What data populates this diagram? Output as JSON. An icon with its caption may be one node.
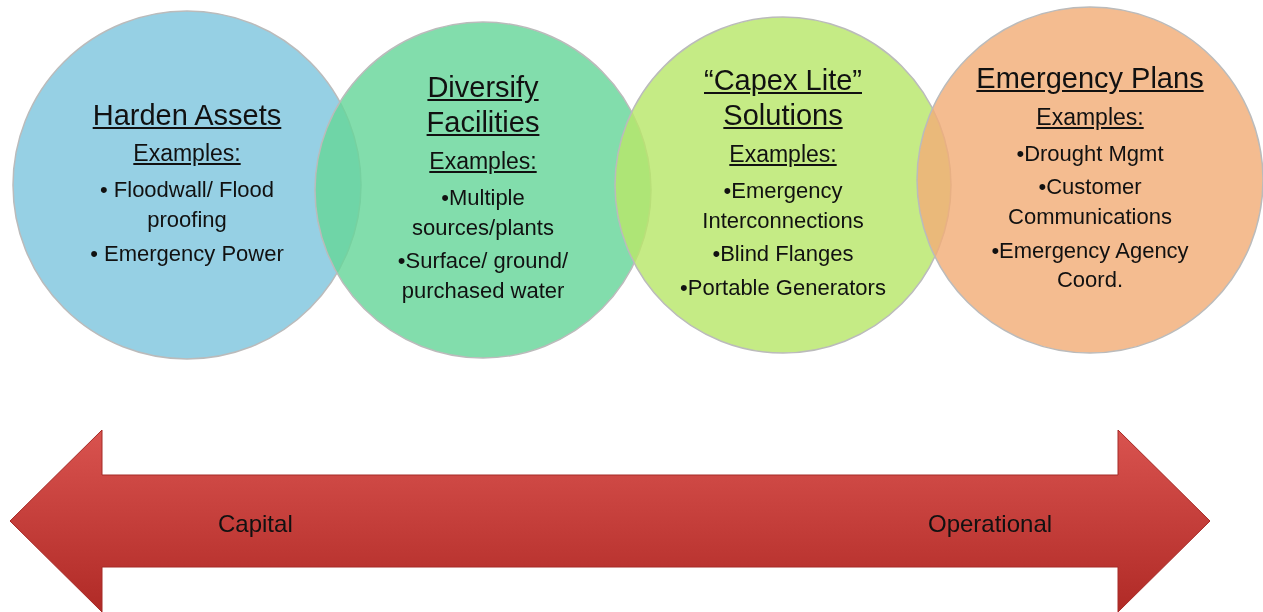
{
  "diagram": {
    "nodes": [
      {
        "text": [
          "Harden Assets",
          "Examples:",
          "• Floodwall/ Flood proofing",
          "• Emergency Power"
        ]
      },
      {
        "text": [
          "Diversify Facilities",
          "Examples:",
          "•Multiple sources/plants",
          "•Surface/ ground/ purchased water"
        ]
      },
      {
        "text": [
          "“Capex Lite” Solutions",
          "Examples:",
          "•Emergency Interconnections",
          "•Blind Flanges",
          "•Portable Generators"
        ]
      },
      {
        "text": [
          "Emergency Plans",
          "Examples:",
          "•Drought Mgmt",
          "•Customer Communications",
          "•Emergency Agency Coord."
        ]
      },
      {
        "text": [
          "Capital",
          "Operational"
        ]
      }
    ],
    "edges": []
  }
}
